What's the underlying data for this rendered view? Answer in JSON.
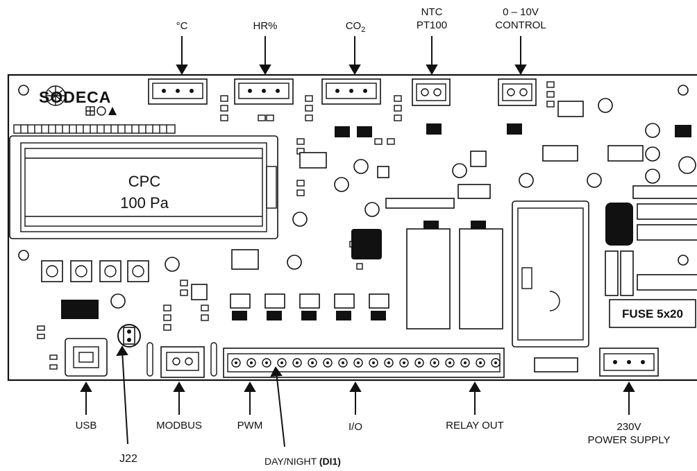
{
  "board": {
    "brand": "SODECA",
    "lcd_line1": "CPC",
    "lcd_line2": "100 Pa",
    "fuse_label": "FUSE 5x20"
  },
  "labels_top": {
    "temp": "°C",
    "hr": "HR%",
    "co2": "CO",
    "co2_sub": "2",
    "ntc_line1": "NTC",
    "ntc_line2": "PT100",
    "ctrl_line1": "0 – 10V",
    "ctrl_line2": "CONTROL"
  },
  "labels_bottom": {
    "usb": "USB",
    "modbus": "MODBUS",
    "pwm": "PWM",
    "io": "I/O",
    "relay": "RELAY OUT",
    "power_line1": "230V",
    "power_line2": "POWER SUPPLY",
    "j22": "J22",
    "daynight": "DAY/NIGHT ",
    "daynight_bold": "(DI1)"
  }
}
